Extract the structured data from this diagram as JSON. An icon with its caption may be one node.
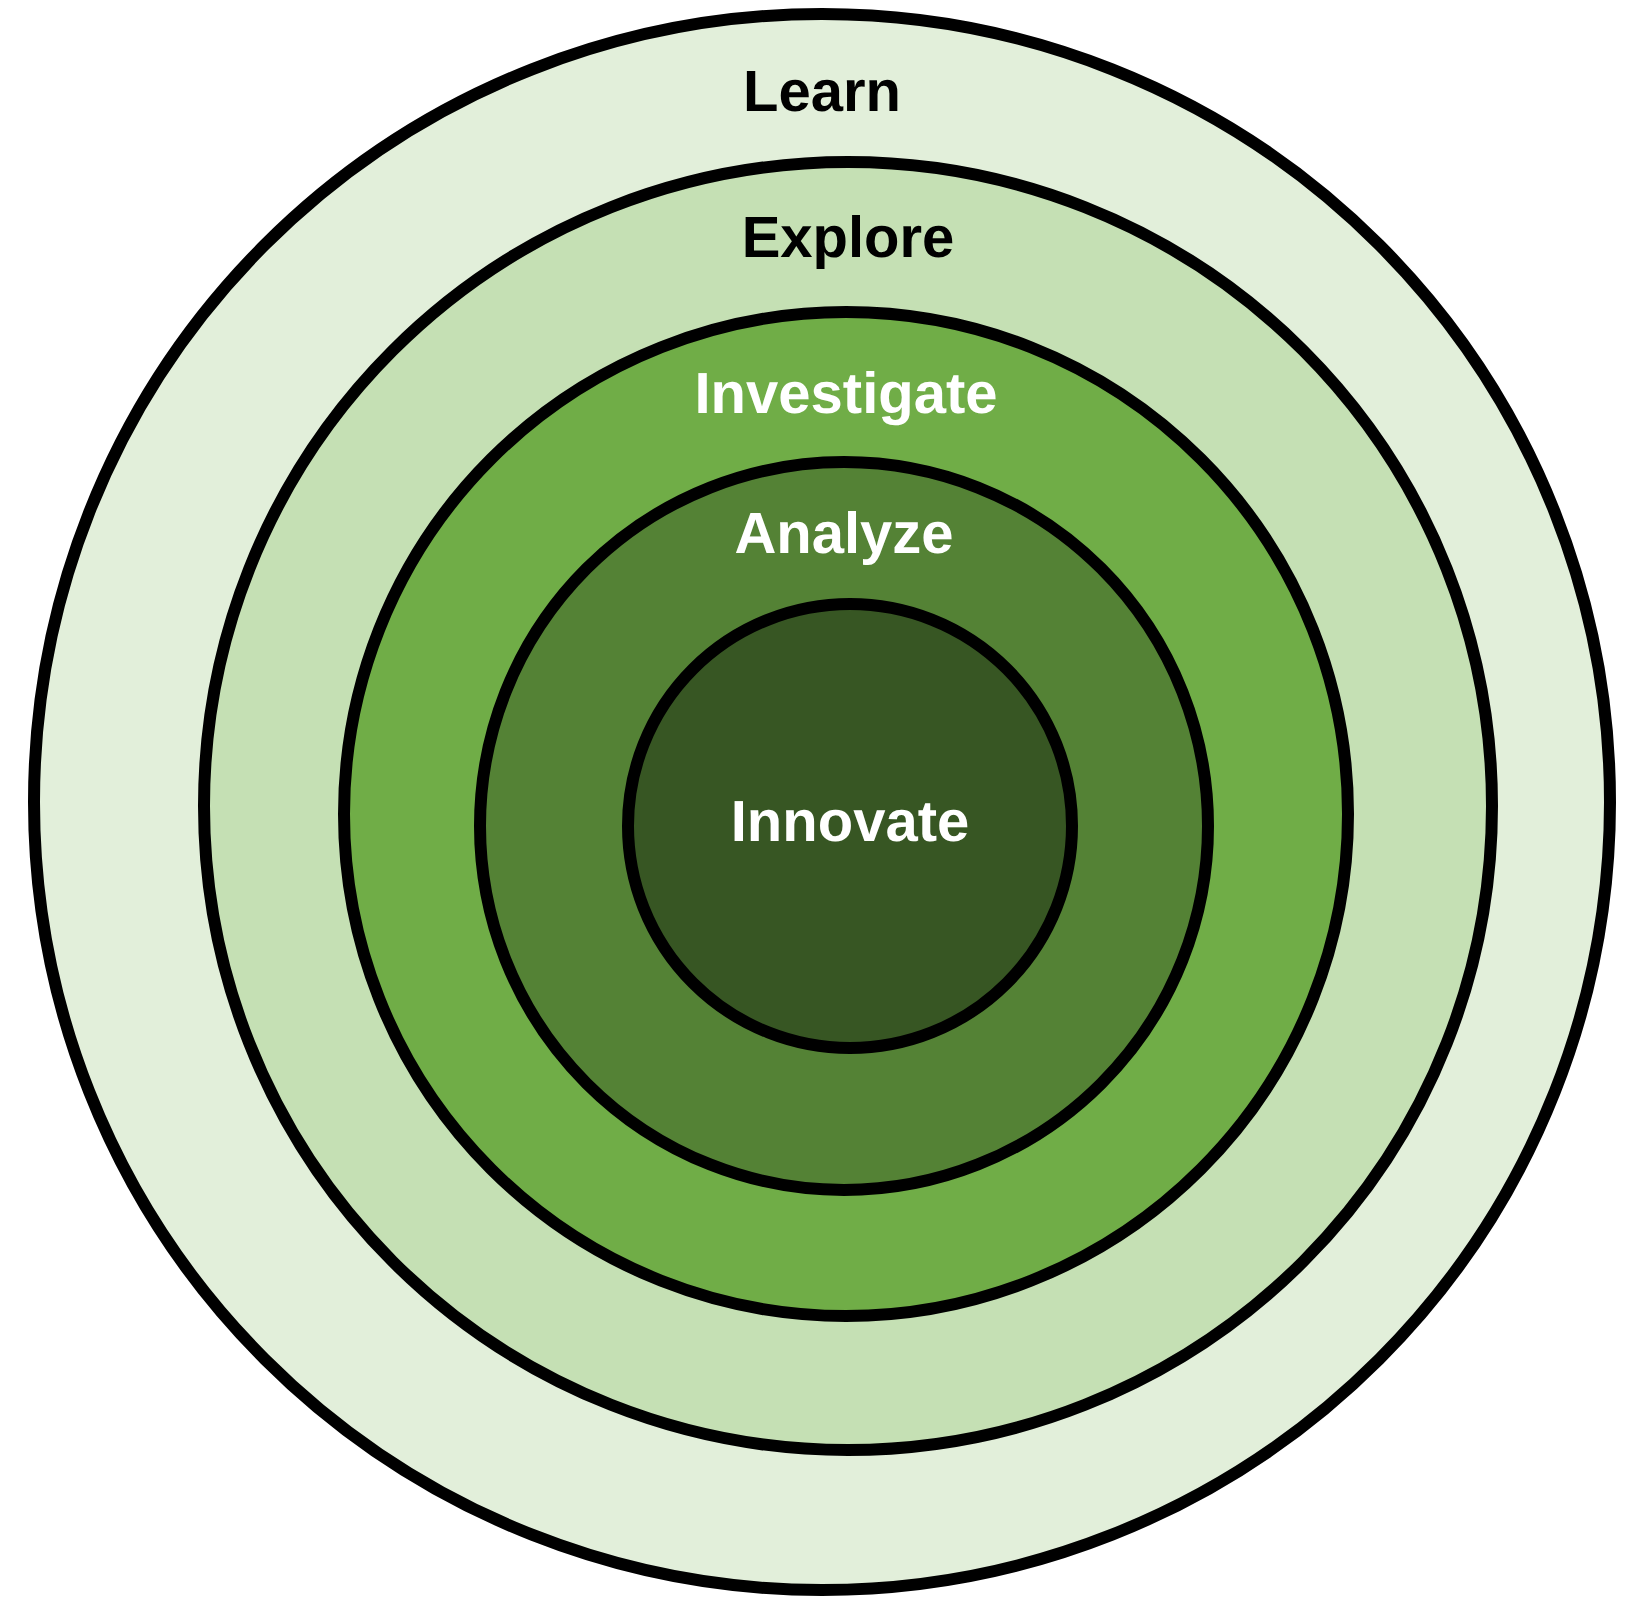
{
  "diagram": {
    "nodes": [
      {
        "text": [
          "Learn"
        ]
      },
      {
        "text": [
          "Explore"
        ],
        "in": 0
      },
      {
        "text": [
          "Investigate"
        ],
        "in": 1
      },
      {
        "text": [
          "Analyze"
        ],
        "in": 2
      },
      {
        "text": [
          "Innovate"
        ],
        "in": 3
      }
    ]
  }
}
